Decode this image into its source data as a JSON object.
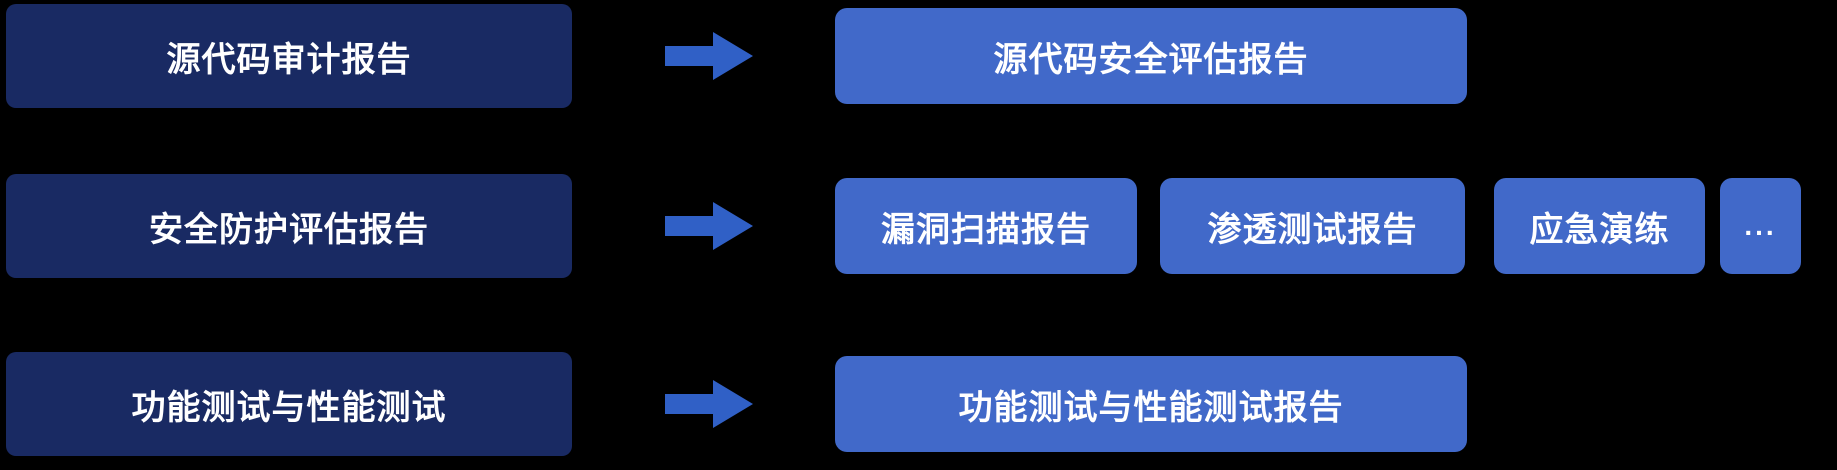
{
  "colors": {
    "background": "#000000",
    "source_box": "#192a63",
    "target_box": "#4169c9",
    "arrow": "#3060c6",
    "text": "#ffffff"
  },
  "icons": {
    "arrow_right": "→"
  },
  "rows": [
    {
      "source": "源代码审计报告",
      "targets": [
        "源代码安全评估报告"
      ]
    },
    {
      "source": "安全防护评估报告",
      "targets": [
        "漏洞扫描报告",
        "渗透测试报告",
        "应急演练",
        "..."
      ]
    },
    {
      "source": "功能测试与性能测试",
      "targets": [
        "功能测试与性能测试报告"
      ]
    }
  ]
}
